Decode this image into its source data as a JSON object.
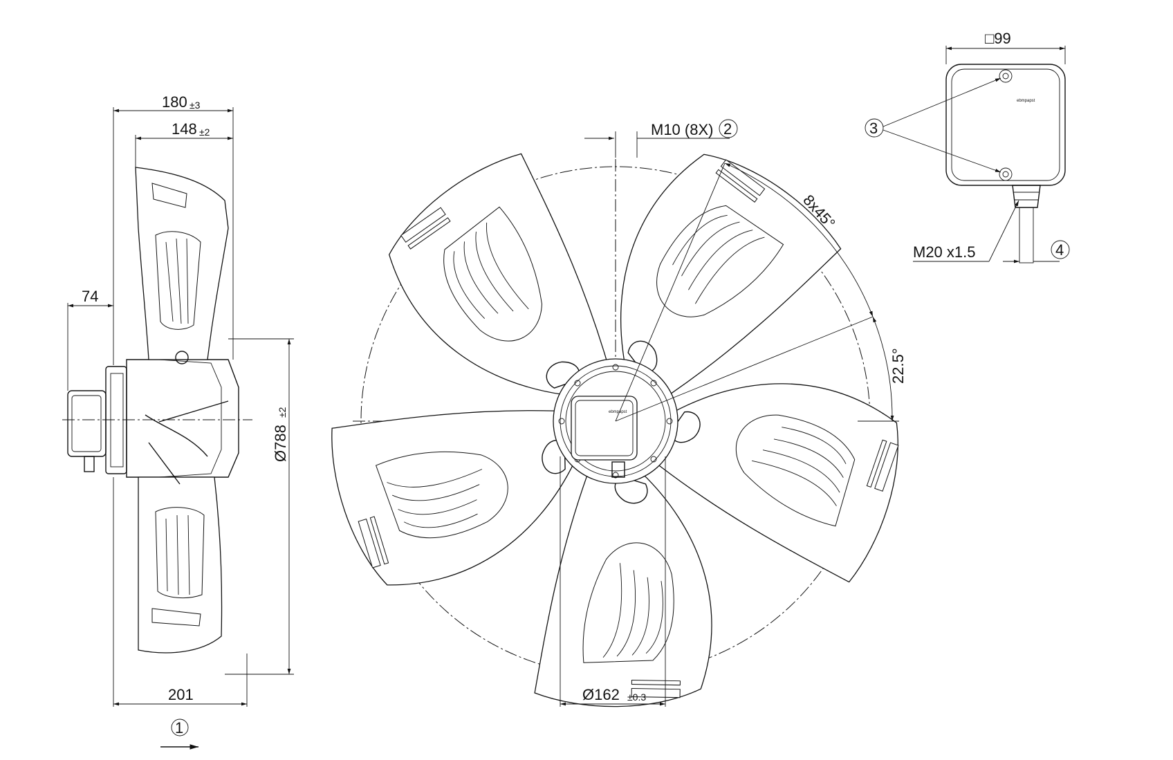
{
  "side_view": {
    "dim_overall_depth": "180",
    "dim_overall_depth_tol": "±3",
    "dim_blade_depth": "148",
    "dim_blade_depth_tol": "±2",
    "dim_box_offset": "74",
    "dim_total_length": "201",
    "dim_diameter": "Ø788",
    "dim_diameter_tol": "±2",
    "callout_airflow": "1"
  },
  "front_view": {
    "thread_label": "M10 (8X)",
    "callout_thread": "2",
    "angle_pitch": "8x45°",
    "angle_offset": "22.5°",
    "dim_hub": "Ø162",
    "dim_hub_tol": "±0.3",
    "hub_brand": "ebmpapst"
  },
  "terminal_box": {
    "dim_square": "□99",
    "callout_screws": "3",
    "brand": "ebmpapst",
    "gland_label": "M20 x1.5",
    "callout_cable": "4"
  }
}
